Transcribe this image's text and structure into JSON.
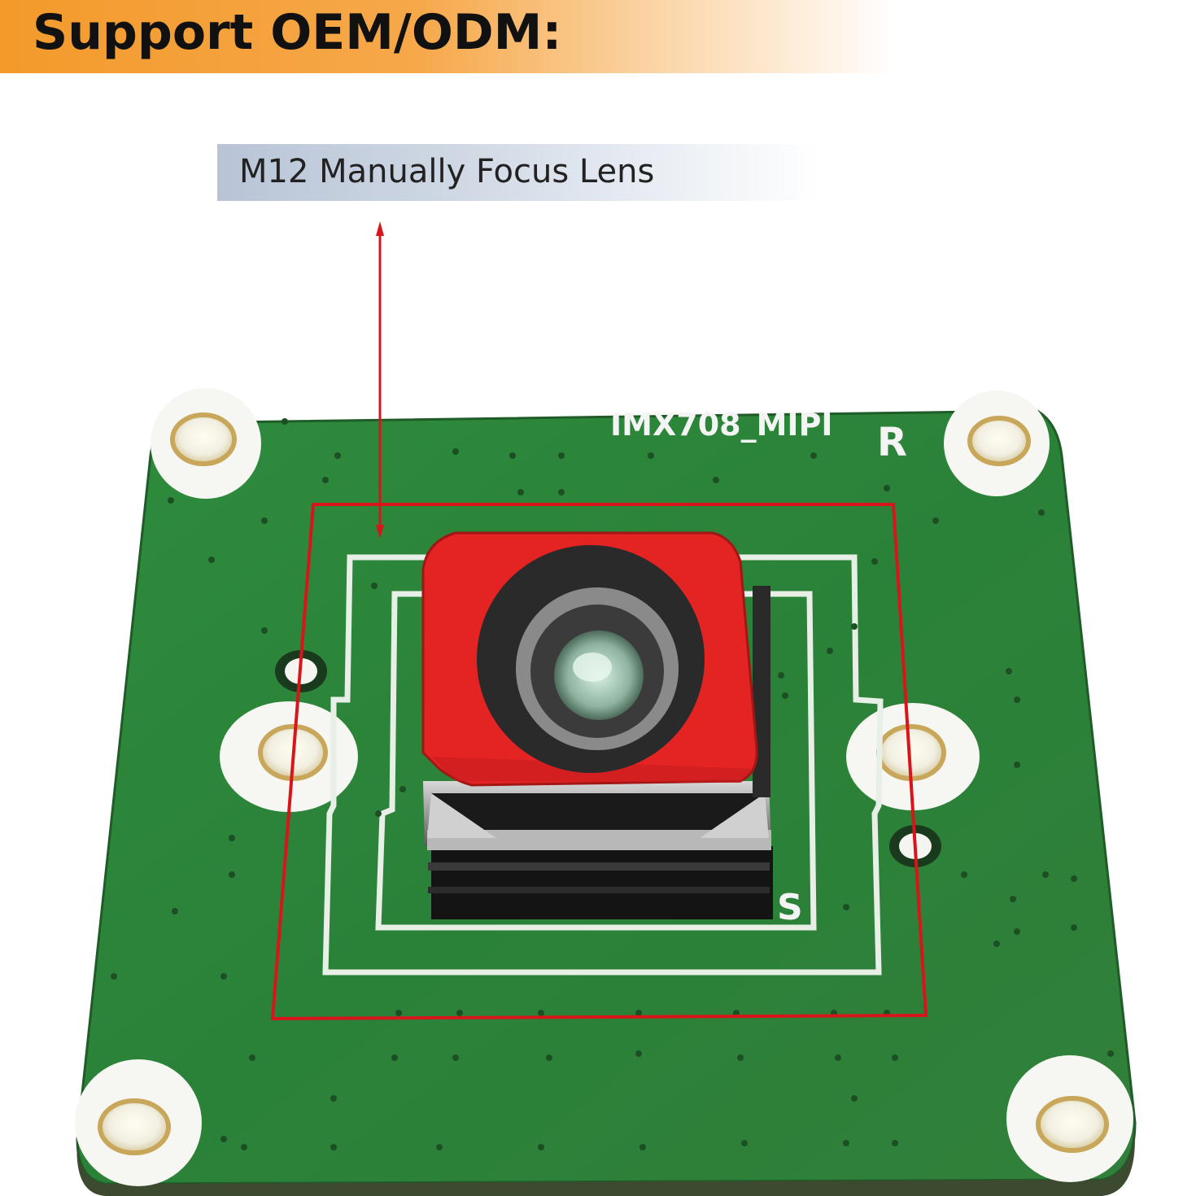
{
  "header": {
    "title": "Support OEM/ODM:"
  },
  "callout": {
    "label": "M12 Manually Focus Lens"
  },
  "board": {
    "model_text": "IMX708_MIPI",
    "corner_mark": "R",
    "edge_mark": "S"
  },
  "colors": {
    "header_orange": "#f39a2b",
    "pcb_green": "#2f8a3c",
    "lens_red": "#e42323",
    "callout_red": "#d9141b"
  }
}
